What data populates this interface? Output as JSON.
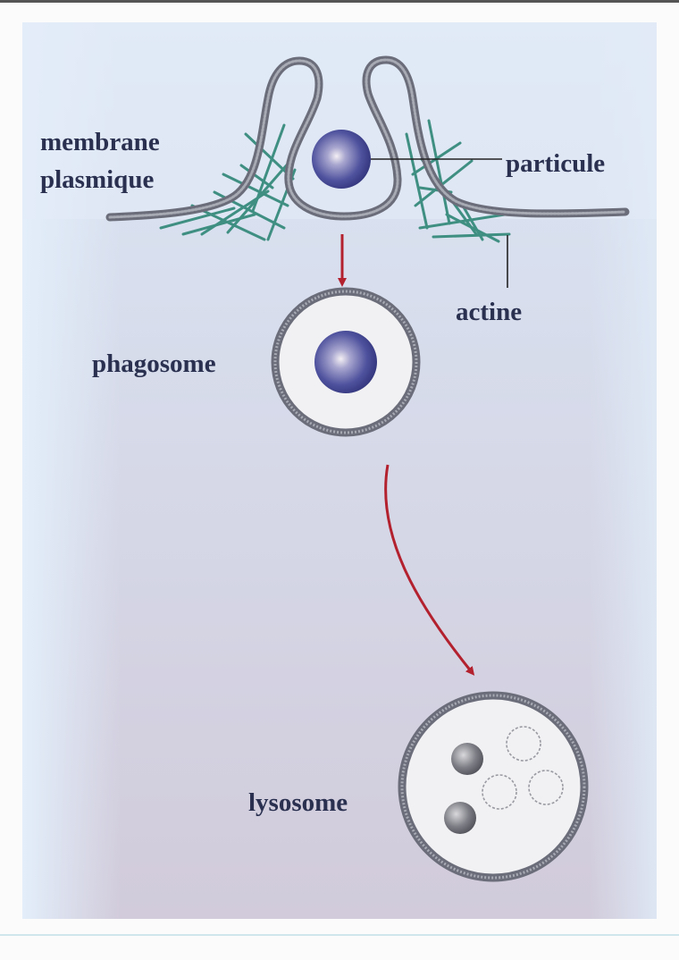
{
  "labels": {
    "membrane_line1": "membrane",
    "membrane_line2": "plasmique",
    "particle": "particule",
    "actin": "actine",
    "phagosome": "phagosome",
    "lysosome": "lysosome"
  },
  "colors": {
    "membrane": "#7b7d8a",
    "actin": "#3f8f82",
    "particle": "#3d3f8e",
    "arrow": "#b3202e",
    "label": "#2a3150"
  }
}
